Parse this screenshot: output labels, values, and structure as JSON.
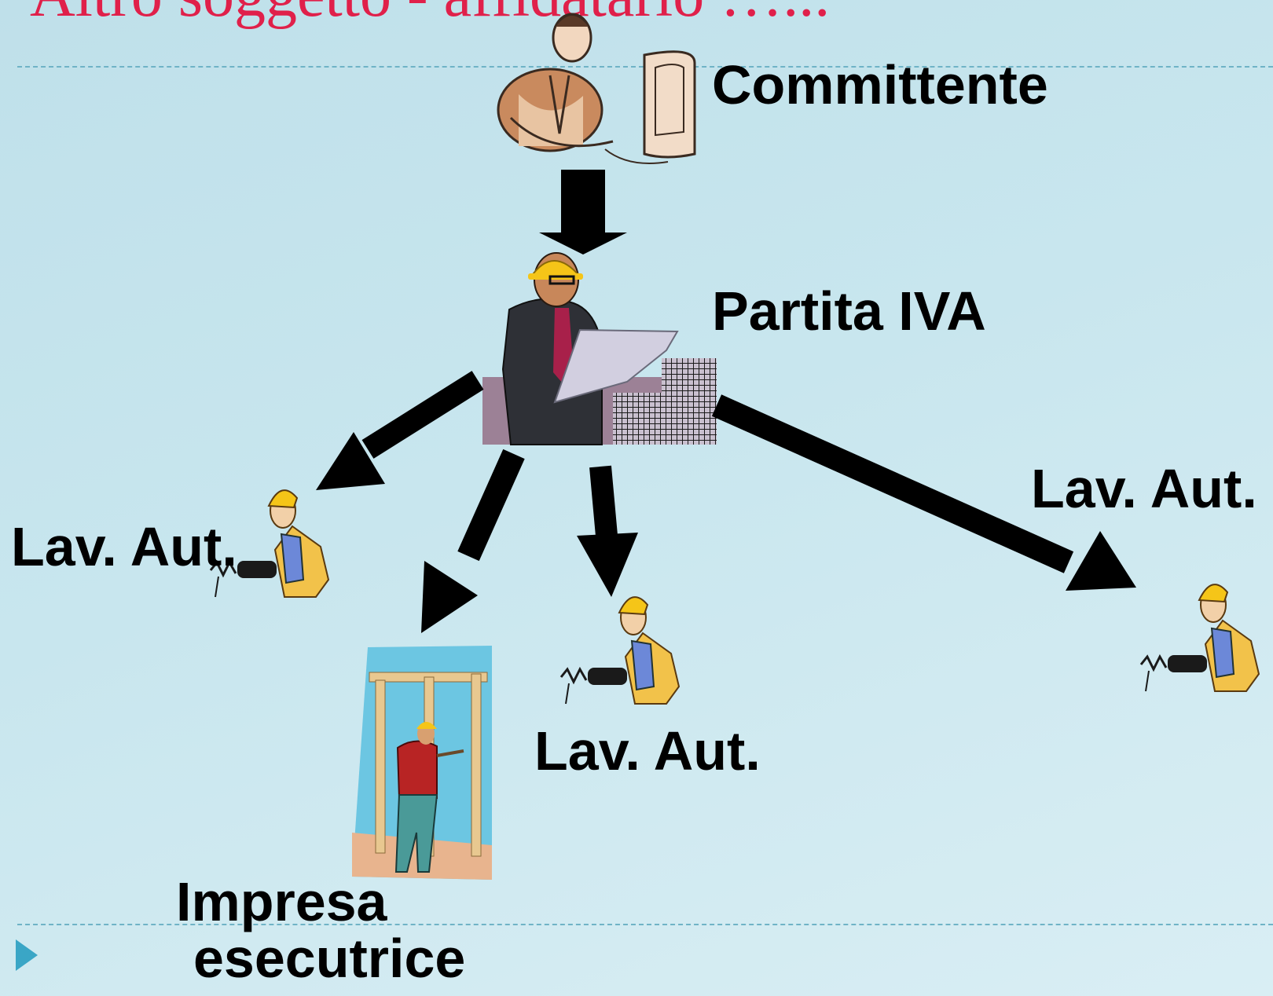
{
  "slide": {
    "title": "Altro soggetto - affidatario …..."
  },
  "nodes": {
    "committente": "Committente",
    "partita_iva": "Partita IVA",
    "lav_aut_left": "Lav. Aut.",
    "lav_aut_center": "Lav. Aut.",
    "lav_aut_right": "Lav. Aut.",
    "impresa_line1": "Impresa",
    "impresa_line2": "esecutrice"
  },
  "colors": {
    "title": "#e0204a",
    "arrows": "#000000",
    "accent": "#3aa6c6",
    "helmet": "#f5c518"
  },
  "icons": [
    "businessman-at-computer-icon",
    "site-engineer-icon",
    "driller-worker-icon",
    "carpenter-framing-icon",
    "bullet-triangle-icon"
  ]
}
